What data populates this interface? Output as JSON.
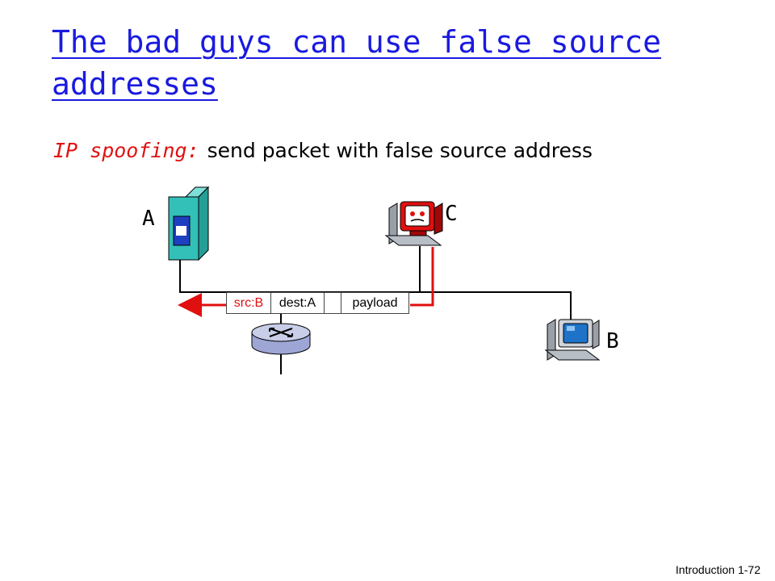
{
  "slide": {
    "title": "The bad guys can use false source addresses",
    "subtitle_term": "IP spoofing:",
    "subtitle_text": "send packet with false source address",
    "footer": "Introduction 1-72"
  },
  "nodes": {
    "a": {
      "label": "A",
      "icon": "server-icon"
    },
    "c": {
      "label": "C",
      "icon": "attacker-computer-icon"
    },
    "b": {
      "label": "B",
      "icon": "desktop-computer-icon"
    },
    "router": {
      "icon": "router-icon"
    }
  },
  "packet": {
    "src": "src:B",
    "dest": "dest:A",
    "gap": "",
    "payload": "payload"
  },
  "colors": {
    "title": "#1a1ae0",
    "highlight": "#e01010",
    "server": "#33c0b8",
    "screen": "#1e73c8"
  }
}
